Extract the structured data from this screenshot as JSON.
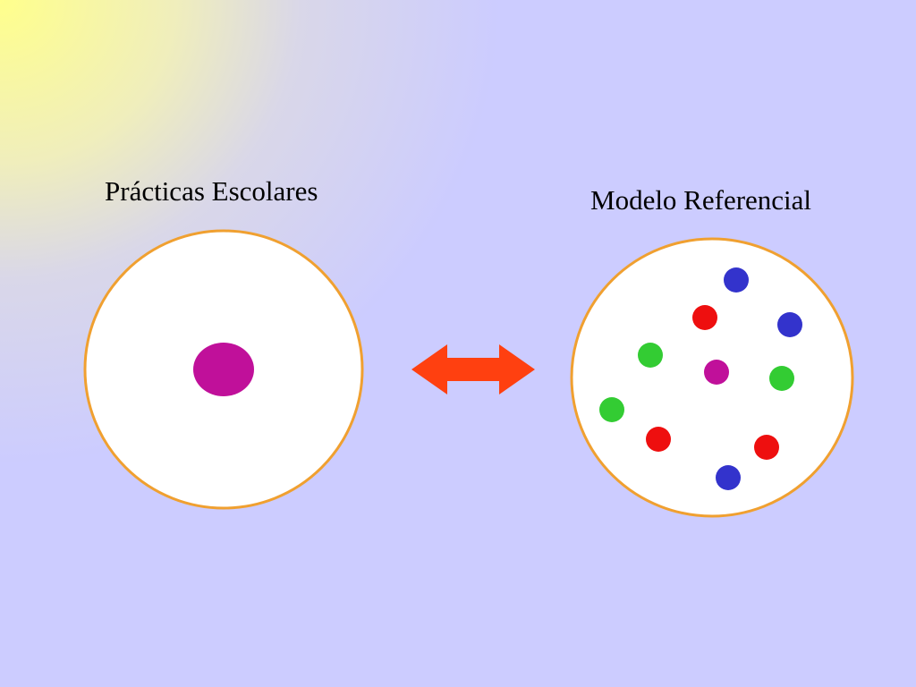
{
  "labels": {
    "left": "Prácticas Escolares",
    "right": "Modelo Referencial"
  },
  "colors": {
    "circle_fill": "#ffffff",
    "circle_stroke": "#f0a030",
    "arrow": "#ff4010",
    "magenta": "#c0109a",
    "blue": "#3333cc",
    "red": "#ee0f0f",
    "green": "#33cc33"
  },
  "left_circle": {
    "dots": [
      {
        "color": "magenta"
      }
    ]
  },
  "right_circle": {
    "dots": [
      {
        "color": "blue"
      },
      {
        "color": "red"
      },
      {
        "color": "blue"
      },
      {
        "color": "green"
      },
      {
        "color": "magenta"
      },
      {
        "color": "green"
      },
      {
        "color": "green"
      },
      {
        "color": "red"
      },
      {
        "color": "red"
      },
      {
        "color": "blue"
      }
    ]
  },
  "arrow": {
    "icon": "double-arrow-icon"
  }
}
